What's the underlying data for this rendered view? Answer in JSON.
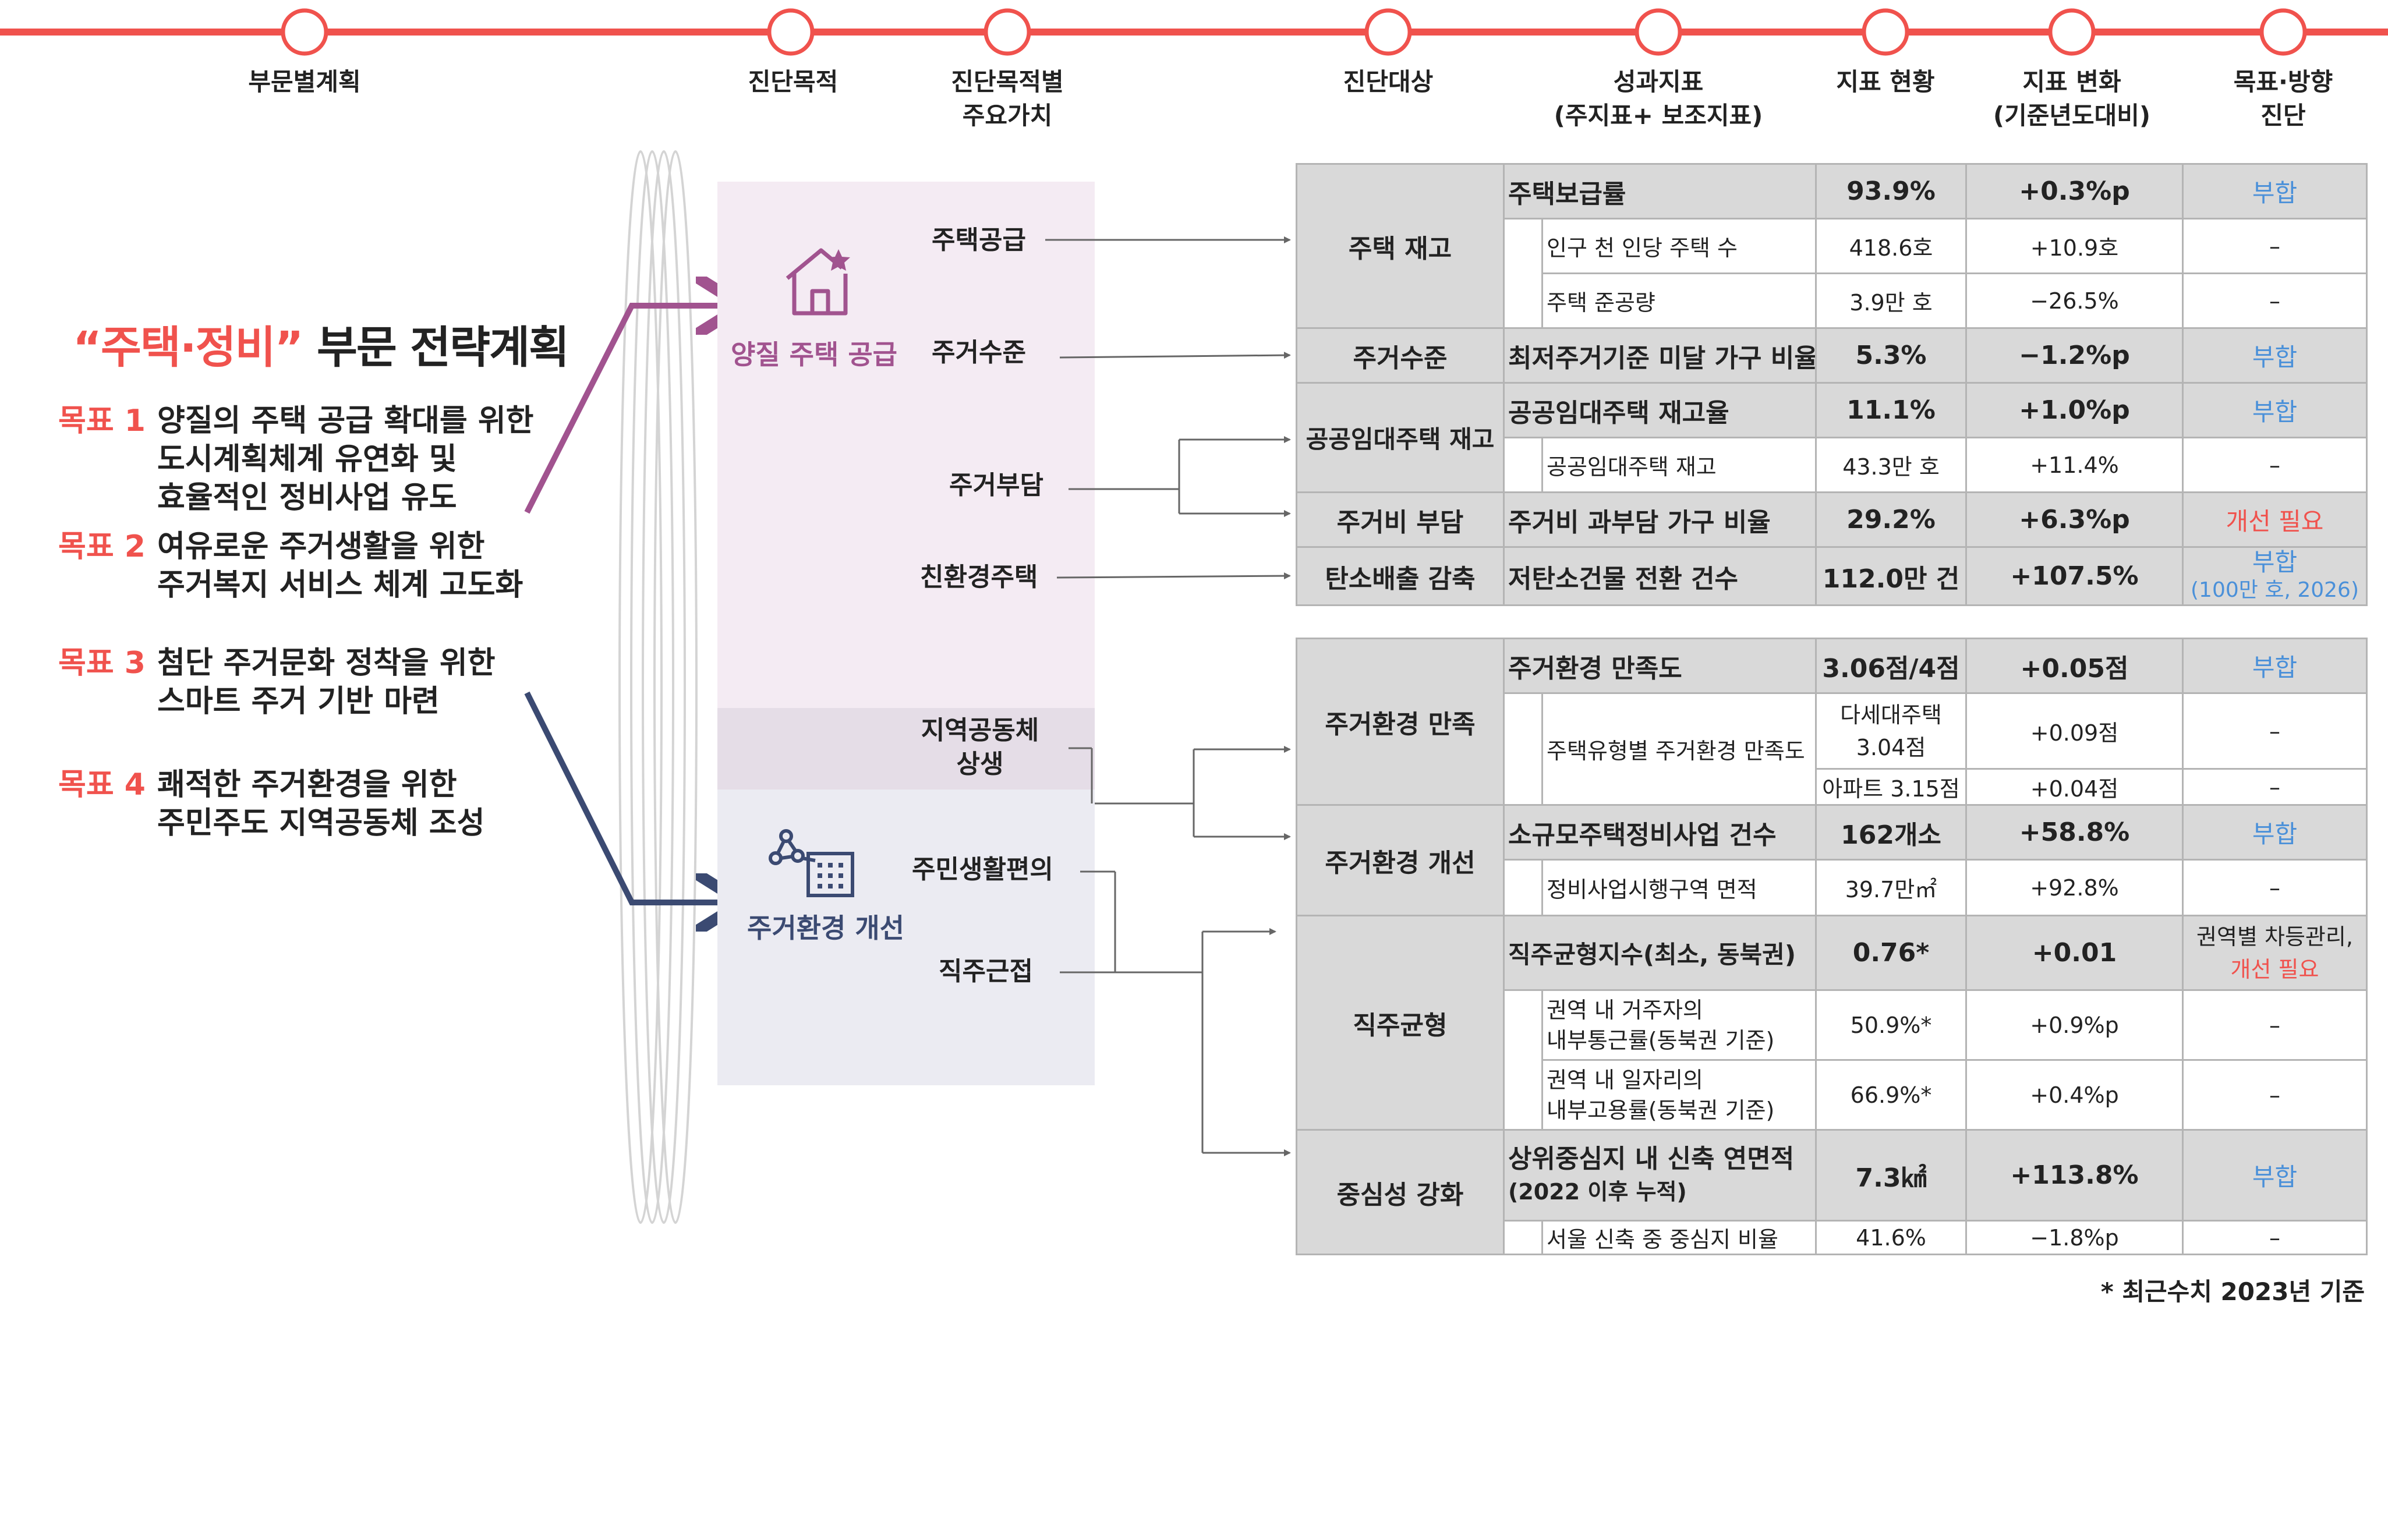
{
  "colors": {
    "timeline": "#f0524d",
    "purple": "#a1538f",
    "navy": "#3b4a72",
    "panel_top": "#f4ebf3",
    "panel_band": "#e5dde7",
    "panel_bottom": "#ebebf2",
    "table_gray": "#d9d9d9",
    "pass_blue": "#4a90d9",
    "fail_red": "#f0524d"
  },
  "headers": {
    "plan": "부문별계획",
    "purpose": "진단목적",
    "value_l1": "진단목적별",
    "value_l2": "주요가치",
    "target": "진단대상",
    "indicator_l1": "성과지표",
    "indicator_l2": "(주지표+ 보조지표)",
    "status": "지표 현황",
    "change_l1": "지표 변화",
    "change_l2": "(기준년도대비)",
    "direction_l1": "목표·방향",
    "direction_l2": "진단"
  },
  "left": {
    "title_quote_open": "“",
    "title_red": "주택·정비",
    "title_quote_close": "”",
    "title_rest": "부문 전략계획",
    "goals": [
      {
        "label": "목표 1",
        "lines": [
          "양질의 주택 공급 확대를 위한",
          "도시계획체계 유연화 및",
          "효율적인 정비사업 유도"
        ]
      },
      {
        "label": "목표 2",
        "lines": [
          "여유로운 주거생활을 위한",
          "주거복지 서비스 체계 고도화"
        ]
      },
      {
        "label": "목표 3",
        "lines": [
          "첨단 주거문화 정착을 위한",
          "스마트 주거 기반 마련"
        ]
      },
      {
        "label": "목표 4",
        "lines": [
          "쾌적한 주거환경을 위한",
          "주민주도 지역공동체 조성"
        ]
      }
    ]
  },
  "purposes": {
    "p1": "양질 주택 공급",
    "p2": "주거환경 개선"
  },
  "values": {
    "v1": "주택공급",
    "v2": "주거수준",
    "v3": "주거부담",
    "v4": "친환경주택",
    "v5_l1": "지역공동체",
    "v5_l2": "상생",
    "v6": "주민생활편의",
    "v7": "직주근접"
  },
  "table1": {
    "housing_stock": {
      "target": "주택 재고",
      "main": {
        "indicator": "주택보급률",
        "status": "93.9%",
        "change": "+0.3%p",
        "direction": "부합"
      },
      "subs": [
        {
          "indicator": "인구 천 인당 주택 수",
          "status": "418.6호",
          "change": "+10.9호",
          "direction": "–"
        },
        {
          "indicator": "주택 준공량",
          "status": "3.9만 호",
          "change": "−26.5%",
          "direction": "–"
        }
      ]
    },
    "housing_level": {
      "target": "주거수준",
      "main": {
        "indicator": "최저주거기준 미달 가구 비율",
        "status": "5.3%",
        "change": "−1.2%p",
        "direction": "부합"
      }
    },
    "public_rental": {
      "target": "공공임대주택 재고",
      "main": {
        "indicator": "공공임대주택 재고율",
        "status": "11.1%",
        "change": "+1.0%p",
        "direction": "부합"
      },
      "subs": [
        {
          "indicator": "공공임대주택 재고",
          "status": "43.3만 호",
          "change": "+11.4%",
          "direction": "–"
        }
      ]
    },
    "housing_cost": {
      "target": "주거비 부담",
      "main": {
        "indicator": "주거비 과부담 가구 비율",
        "status": "29.2%",
        "change": "+6.3%p",
        "direction": "개선 필요"
      }
    },
    "carbon": {
      "target": "탄소배출 감축",
      "main": {
        "indicator": "저탄소건물 전환 건수",
        "status": "112.0만 건",
        "change": "+107.5%",
        "direction_l1": "부합",
        "direction_l2": "(100만 호, 2026)"
      }
    }
  },
  "table2": {
    "satisfaction": {
      "target": "주거환경 만족",
      "main": {
        "indicator": "주거환경 만족도",
        "status": "3.06점/4점",
        "change": "+0.05점",
        "direction": "부합"
      },
      "sub": {
        "indicator": "주택유형별 주거환경 만족도",
        "status_a_l1": "다세대주택",
        "status_a_l2": "3.04점",
        "change_a": "+0.09점",
        "direction_a": "–",
        "status_b": "아파트 3.15점",
        "change_b": "+0.04점",
        "direction_b": "–"
      }
    },
    "improvement": {
      "target": "주거환경 개선",
      "main": {
        "indicator": "소규모주택정비사업 건수",
        "status": "162개소",
        "change": "+58.8%",
        "direction": "부합"
      },
      "sub": {
        "indicator": "정비사업시행구역 면적",
        "status": "39.7만㎡",
        "change": "+92.8%",
        "direction": "–"
      }
    },
    "balance": {
      "target": "직주균형",
      "main": {
        "indicator": "직주균형지수(최소, 동북권)",
        "status": "0.76*",
        "change": "+0.01",
        "direction_l1": "권역별 차등관리,",
        "direction_l2": "개선 필요"
      },
      "subs": [
        {
          "indicator_l1": "권역 내 거주자의",
          "indicator_l2": "내부통근률(동북권 기준)",
          "status": "50.9%*",
          "change": "+0.9%p",
          "direction": "–"
        },
        {
          "indicator_l1": "권역 내 일자리의",
          "indicator_l2": "내부고용률(동북권 기준)",
          "status": "66.9%*",
          "change": "+0.4%p",
          "direction": "–"
        }
      ]
    },
    "centrality": {
      "target": "중심성 강화",
      "main": {
        "indicator_l1": "상위중심지 내 신축 연면적",
        "indicator_l2": "(2022 이후 누적)",
        "status": "7.3㎢",
        "change": "+113.8%",
        "direction": "부합"
      },
      "sub": {
        "indicator": "서울 신축 중 중심지 비율",
        "status": "41.6%",
        "change": "−1.8%p",
        "direction": "–"
      }
    }
  },
  "footnote": "* 최근수치 2023년 기준"
}
